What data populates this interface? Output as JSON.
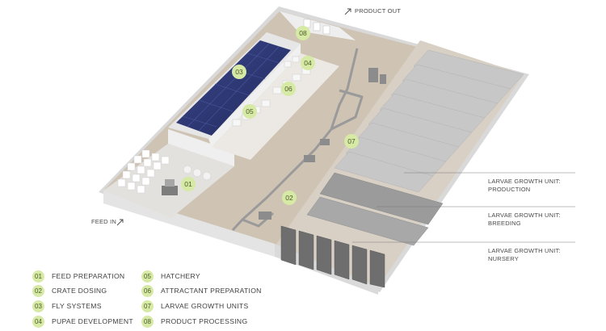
{
  "labels": {
    "product_out": "PRODUCT OUT",
    "feed_in": "FEED IN",
    "production_line1": "LARVAE GROWTH UNIT:",
    "production_line2": "PRODUCTION",
    "breeding_line1": "LARVAE GROWTH UNIT:",
    "breeding_line2": "BREEDING",
    "nursery_line1": "LARVAE GROWTH UNIT:",
    "nursery_line2": "NURSERY"
  },
  "badges": {
    "b01": "01",
    "b02": "02",
    "b03": "03",
    "b04": "04",
    "b05": "05",
    "b06": "06",
    "b07": "07",
    "b08": "08"
  },
  "legend": [
    {
      "num": "01",
      "label": "FEED PREPARATION"
    },
    {
      "num": "02",
      "label": "CRATE DOSING"
    },
    {
      "num": "03",
      "label": "FLY SYSTEMS"
    },
    {
      "num": "04",
      "label": "PUPAE DEVELOPMENT"
    },
    {
      "num": "05",
      "label": "HATCHERY"
    },
    {
      "num": "06",
      "label": "ATTRACTANT PREPARATION"
    },
    {
      "num": "07",
      "label": "LARVAE GROWTH UNITS"
    },
    {
      "num": "08",
      "label": "PRODUCT PROCESSING"
    }
  ],
  "colors": {
    "badge_fill": "#d6e9a5",
    "badge_text": "#4d5b2a",
    "floor": "#cfc3b3",
    "wall": "#ebebeb",
    "fly_panel": "#2c3774"
  }
}
